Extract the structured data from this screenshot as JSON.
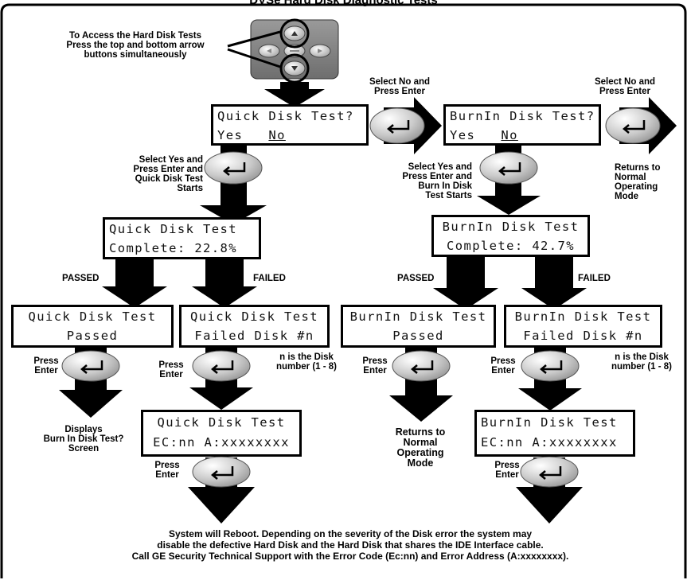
{
  "title": "DVSe Hard Disk Diagnostic Tests",
  "access_note": [
    "To Access the Hard Disk Tests",
    "Press the top and bottom arrow",
    "buttons simultaneously"
  ],
  "quick_prompt": {
    "line1": "Quick Disk Test?",
    "yes": "Yes",
    "no": "No"
  },
  "burnin_prompt": {
    "line1": "BurnIn Disk Test?",
    "yes": "Yes",
    "no": "No"
  },
  "select_no_1": [
    "Select No and",
    "Press Enter"
  ],
  "select_no_2": [
    "Select No and",
    "Press Enter"
  ],
  "returns_normal_right": [
    "Returns to",
    "Normal",
    "Operating",
    "Mode"
  ],
  "select_yes_quick": [
    "Select Yes and",
    "Press Enter and",
    "Quick Disk Test",
    "Starts"
  ],
  "select_yes_burnin": [
    "Select Yes and",
    "Press Enter and",
    "Burn In Disk",
    "Test Starts"
  ],
  "quick_complete": {
    "line1": "Quick Disk Test",
    "line2": "Complete: 22.8%"
  },
  "burnin_complete": {
    "line1": "BurnIn Disk Test",
    "line2": "Complete: 42.7%"
  },
  "passed_label": "PASSED",
  "failed_label": "FAILED",
  "quick_passed": {
    "line1": "Quick Disk Test",
    "line2": "Passed"
  },
  "quick_failed": {
    "line1": "Quick Disk Test",
    "line2": "Failed Disk #n"
  },
  "burnin_passed": {
    "line1": "BurnIn Disk Test",
    "line2": "Passed"
  },
  "burnin_failed": {
    "line1": "BurnIn Disk Test",
    "line2": "Failed Disk #n"
  },
  "press_enter": [
    "Press",
    "Enter"
  ],
  "n_disk_note": [
    "n is the Disk",
    "number (1 - 8)"
  ],
  "displays_burnin": [
    "Displays",
    "Burn In Disk Test?",
    "Screen"
  ],
  "returns_normal_mid": [
    "Returns to",
    "Normal",
    "Operating",
    "Mode"
  ],
  "quick_error": {
    "line1": "Quick Disk Test",
    "line2": "EC:nn A:xxxxxxxx"
  },
  "burnin_error": {
    "line1": "BurnIn Disk Test",
    "line2": "EC:nn A:xxxxxxxx"
  },
  "footer": [
    "System will Reboot. Depending on the severity of the Disk error the system may",
    "disable the defective Hard Disk and the Hard Disk that shares the IDE Interface cable.",
    "Call GE Security Technical Support with the Error Code (Ec:nn) and Error  Address (A:xxxxxxxx)."
  ]
}
